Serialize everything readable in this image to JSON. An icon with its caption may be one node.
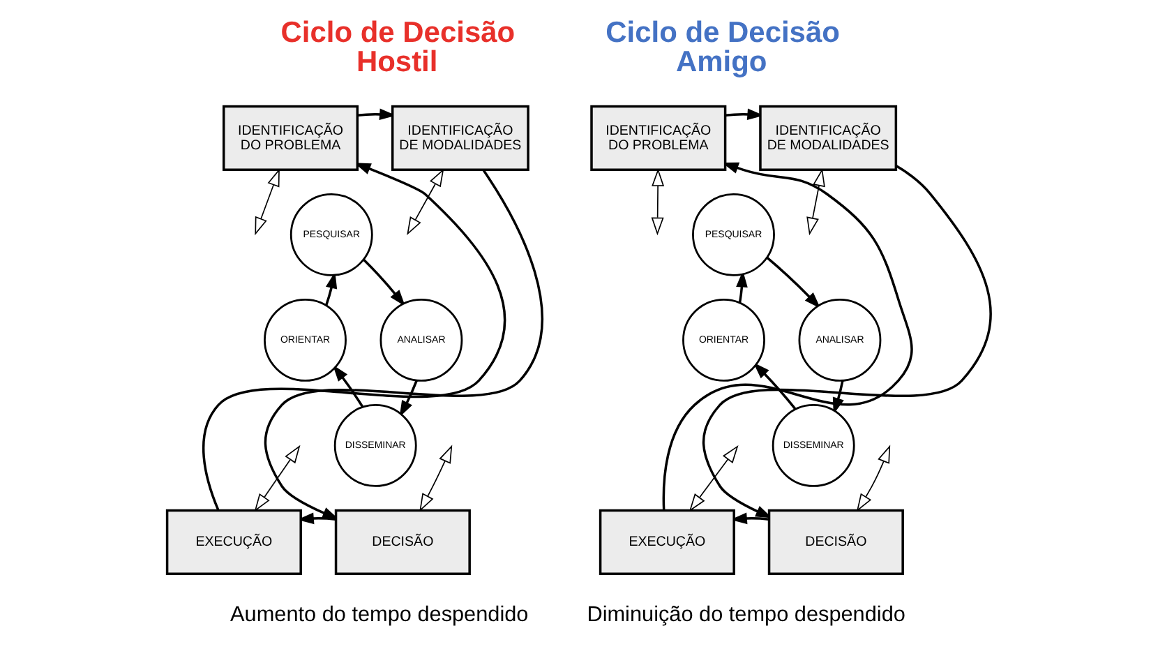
{
  "diagram": {
    "nodes": [
      {
        "text": [
          "IDENTIFICAÇÃO DO PROBLEMA"
        ]
      },
      {
        "text": [
          "IDENTIFICAÇÃO DE MODALIDADES"
        ]
      },
      {
        "text": [
          "PESQUISAR"
        ]
      },
      {
        "text": [
          "ORIENTAR"
        ]
      },
      {
        "text": [
          "ANALISAR"
        ]
      },
      {
        "text": [
          "DISSEMINAR"
        ]
      },
      {
        "text": [
          "EXECUÇÃO"
        ]
      },
      {
        "text": [
          "DECISÃO"
        ]
      },
      {
        "text": [
          "IDENTIFICAÇÃO DO PROBLEMA"
        ]
      },
      {
        "text": [
          "IDENTIFICAÇÃO DE MODALIDADES"
        ]
      },
      {
        "text": [
          "PESQUISAR"
        ]
      },
      {
        "text": [
          "ORIENTAR"
        ]
      },
      {
        "text": [
          "ANALISAR"
        ]
      },
      {
        "text": [
          "DISSEMINAR"
        ]
      },
      {
        "text": [
          "EXECUÇÃO"
        ]
      },
      {
        "text": [
          "DECISÃO"
        ]
      }
    ],
    "edges": [
      {
        "from": 0,
        "to": 1,
        "arrow": "to"
      },
      {
        "from": 1,
        "to": 7,
        "arrow": "to"
      },
      {
        "from": 7,
        "to": 6,
        "arrow": "to"
      },
      {
        "from": 6,
        "to": 0,
        "arrow": "to"
      },
      {
        "from": 3,
        "to": 2,
        "arrow": "to"
      },
      {
        "from": 2,
        "to": 4,
        "arrow": "to"
      },
      {
        "from": 4,
        "to": 5,
        "arrow": "to"
      },
      {
        "from": 5,
        "to": 3,
        "arrow": "to"
      },
      {
        "from": 0,
        "to": null,
        "arrow": "both"
      },
      {
        "from": 1,
        "to": null,
        "arrow": "both"
      },
      {
        "from": 6,
        "to": null,
        "arrow": "both"
      },
      {
        "from": 7,
        "to": null,
        "arrow": "both"
      },
      {
        "from": 8,
        "to": 9,
        "arrow": "to"
      },
      {
        "from": 9,
        "to": 15,
        "arrow": "to"
      },
      {
        "from": 15,
        "to": 14,
        "arrow": "to"
      },
      {
        "from": 14,
        "to": 8,
        "arrow": "to"
      },
      {
        "from": 11,
        "to": 10,
        "arrow": "to"
      },
      {
        "from": 10,
        "to": 12,
        "arrow": "to"
      },
      {
        "from": 12,
        "to": 13,
        "arrow": "to"
      },
      {
        "from": 13,
        "to": 11,
        "arrow": "to"
      },
      {
        "from": 8,
        "to": null,
        "arrow": "both"
      },
      {
        "from": 9,
        "to": null,
        "arrow": "both"
      },
      {
        "from": 14,
        "to": null,
        "arrow": "both"
      },
      {
        "from": 15,
        "to": null,
        "arrow": "both"
      }
    ],
    "labels": [
      "Ciclo de Decisão Hostil",
      "Ciclo de Decisão Amigo",
      "Diminuição do tempo despendido",
      "Aumento do tempo despendido"
    ]
  }
}
